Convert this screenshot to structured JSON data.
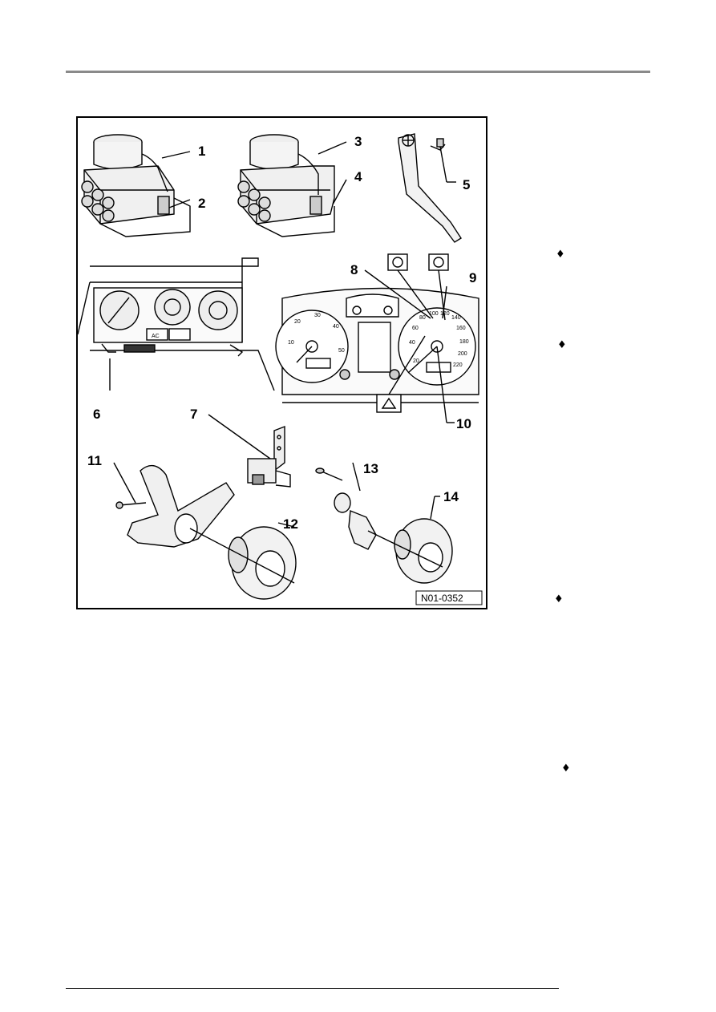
{
  "figure": {
    "ref": "N01-0352",
    "callouts": [
      "1",
      "2",
      "3",
      "4",
      "5",
      "6",
      "7",
      "8",
      "9",
      "10",
      "11",
      "12",
      "13",
      "14"
    ],
    "gauge": {
      "ticks_left": [
        "10",
        "20",
        "30",
        "40",
        "50"
      ],
      "ticks_right": [
        "20",
        "40",
        "60",
        "80",
        "100",
        "120",
        "140",
        "160",
        "180",
        "200",
        "220"
      ],
      "ac_label": "AC"
    },
    "warning_lamps": [
      "abs-lamp",
      "brake-lamp",
      "traffic-triangle-lamp"
    ]
  },
  "bullets": [
    "♦",
    "♦",
    "♦",
    "♦"
  ]
}
